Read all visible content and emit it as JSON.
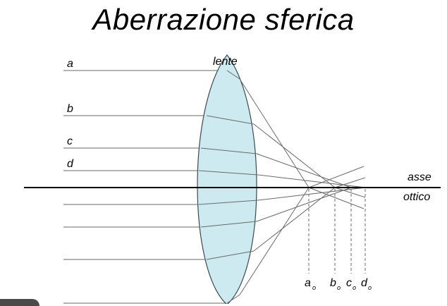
{
  "title": "Aberrazione sferica",
  "labels": {
    "lens": "lente",
    "axis_line1": "asse",
    "axis_line2": "ottico"
  },
  "rays": [
    {
      "label": "a",
      "focus_label": "a",
      "focus_sub": "o"
    },
    {
      "label": "b",
      "focus_label": "b",
      "focus_sub": "o"
    },
    {
      "label": "c",
      "focus_label": "c",
      "focus_sub": "o"
    },
    {
      "label": "d",
      "focus_label": "d",
      "focus_sub": "o"
    }
  ],
  "colors": {
    "lens_fill": "#cdeaf0",
    "lens_stroke": "#3b4a52",
    "ray": "#6a6a6a",
    "axis": "#000000"
  }
}
